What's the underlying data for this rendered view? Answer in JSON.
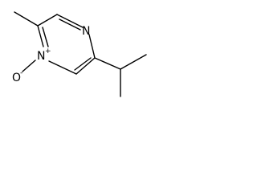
{
  "molecule": {
    "atoms": {
      "ring_nitrogen_top": {
        "symbol": "N",
        "charge": ""
      },
      "ring_nitrogen_oxide": {
        "symbol": "N",
        "charge": "+"
      },
      "oxide_oxygen": {
        "symbol": "O",
        "charge": "-"
      }
    }
  }
}
